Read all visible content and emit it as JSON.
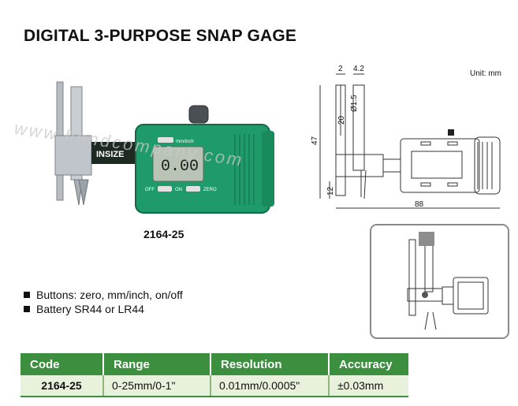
{
  "title": "DIGITAL 3-PURPOSE SNAP GAGE",
  "photo": {
    "brand": "INSIZE",
    "display_reading": "0.00",
    "unit_button": "mm/inch",
    "off_button": "OFF",
    "on_button": "ON",
    "zero_button": "ZERO",
    "watermark": "www.handcompany.com"
  },
  "model": "2164-25",
  "drawing": {
    "unit_label": "Unit: mm",
    "dims": [
      "2",
      "4.2",
      "Ø1.5",
      "20",
      "47",
      "12",
      "88"
    ]
  },
  "features": [
    "Buttons: zero, mm/inch, on/off",
    "Battery SR44 or LR44"
  ],
  "table": {
    "headers": [
      "Code",
      "Range",
      "Resolution",
      "Accuracy"
    ],
    "rows": [
      [
        "2164-25",
        "0-25mm/0-1\"",
        "0.01mm/0.0005\"",
        "±0.03mm"
      ]
    ]
  },
  "colors": {
    "green": "#3c8f3e",
    "row_bg": "#e7f1dc",
    "device_green": "#1f9a6a"
  }
}
